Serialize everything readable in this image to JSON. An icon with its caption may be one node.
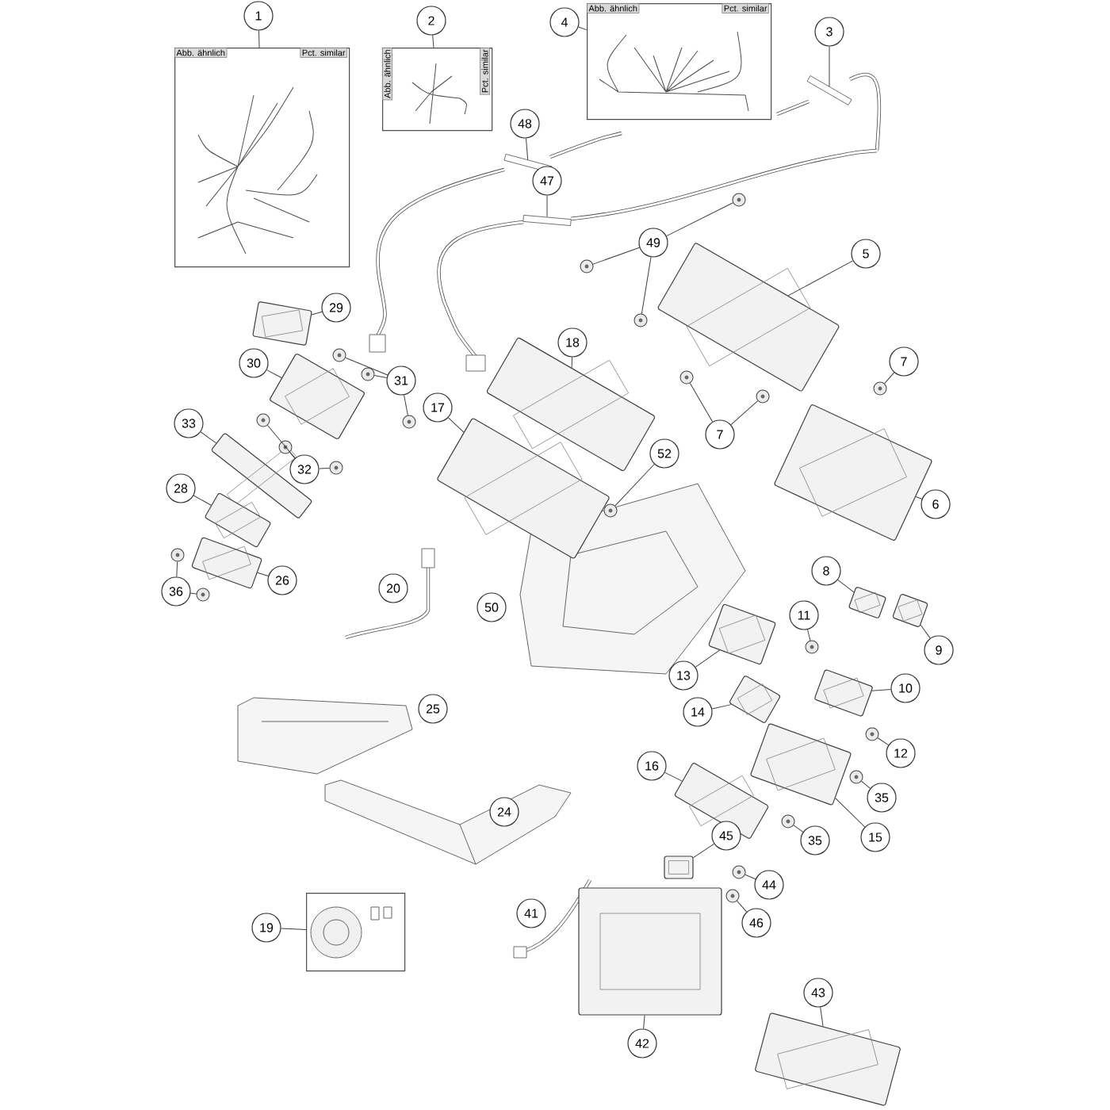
{
  "diagram": {
    "nodes": [
      {
        "text": [
          "1"
        ]
      },
      {
        "text": [
          "Abb. ähnlich",
          "Pct. similar"
        ]
      },
      {
        "text": [
          "2"
        ]
      },
      {
        "text": [
          "Abb. ähnlich",
          "Pct. similar"
        ]
      },
      {
        "text": [
          "4"
        ]
      },
      {
        "text": [
          "Abb. ähnlich",
          "Pct. similar"
        ]
      },
      {
        "text": [
          "3"
        ]
      },
      {
        "text": [],
        "shape": "cable"
      },
      {
        "text": [
          "48"
        ]
      },
      {
        "text": [],
        "shape": "cable"
      },
      {
        "text": [
          "47"
        ]
      },
      {
        "text": [],
        "shape": "cable"
      },
      {
        "text": [
          "49"
        ]
      },
      {
        "text": [],
        "shape": "circle"
      },
      {
        "text": [],
        "shape": "circle"
      },
      {
        "text": [],
        "shape": "circle"
      },
      {
        "text": [
          "5"
        ]
      },
      {
        "text": [],
        "shape": "picture"
      },
      {
        "text": [
          "29"
        ]
      },
      {
        "text": [],
        "shape": "picture"
      },
      {
        "text": [
          "30"
        ]
      },
      {
        "text": [],
        "shape": "picture"
      },
      {
        "text": [
          "31"
        ]
      },
      {
        "text": [],
        "shape": "circle"
      },
      {
        "text": [],
        "shape": "circle"
      },
      {
        "text": [],
        "shape": "circle"
      },
      {
        "text": [
          "18"
        ]
      },
      {
        "text": [],
        "shape": "picture"
      },
      {
        "text": [
          "7"
        ]
      },
      {
        "text": [],
        "shape": "circle"
      },
      {
        "text": [
          "17"
        ]
      },
      {
        "text": [],
        "shape": "picture"
      },
      {
        "text": [
          "33"
        ]
      },
      {
        "text": [],
        "shape": "picture"
      },
      {
        "text": [
          "7"
        ]
      },
      {
        "text": [],
        "shape": "circle"
      },
      {
        "text": [],
        "shape": "circle"
      },
      {
        "text": [
          "52"
        ]
      },
      {
        "text": [],
        "shape": "circle"
      },
      {
        "text": [
          "32"
        ]
      },
      {
        "text": [],
        "shape": "circle"
      },
      {
        "text": [],
        "shape": "circle"
      },
      {
        "text": [],
        "shape": "circle"
      },
      {
        "text": [
          "28"
        ]
      },
      {
        "text": [],
        "shape": "picture"
      },
      {
        "text": [
          "6"
        ]
      },
      {
        "text": [],
        "shape": "picture"
      },
      {
        "text": [
          "26"
        ]
      },
      {
        "text": [],
        "shape": "picture"
      },
      {
        "text": [
          "36"
        ]
      },
      {
        "text": [],
        "shape": "circle"
      },
      {
        "text": [],
        "shape": "circle"
      },
      {
        "text": [
          "8"
        ]
      },
      {
        "text": [],
        "shape": "picture"
      },
      {
        "text": [
          "11"
        ]
      },
      {
        "text": [],
        "shape": "circle"
      },
      {
        "text": [
          "9"
        ]
      },
      {
        "text": [],
        "shape": "picture"
      },
      {
        "text": [
          "13"
        ]
      },
      {
        "text": [],
        "shape": "picture"
      },
      {
        "text": [
          "10"
        ]
      },
      {
        "text": [],
        "shape": "picture"
      },
      {
        "text": [
          "14"
        ]
      },
      {
        "text": [],
        "shape": "picture"
      },
      {
        "text": [
          "12"
        ]
      },
      {
        "text": [],
        "shape": "circle"
      },
      {
        "text": [
          "16"
        ]
      },
      {
        "text": [],
        "shape": "picture"
      },
      {
        "text": [
          "35"
        ]
      },
      {
        "text": [],
        "shape": "circle"
      },
      {
        "text": [
          "15"
        ]
      },
      {
        "text": [],
        "shape": "picture"
      },
      {
        "text": [
          "35"
        ]
      },
      {
        "text": [],
        "shape": "circle"
      },
      {
        "text": [
          "45"
        ]
      },
      {
        "text": [],
        "shape": "picture"
      },
      {
        "text": [
          "44"
        ]
      },
      {
        "text": [],
        "shape": "circle"
      },
      {
        "text": [
          "46"
        ]
      },
      {
        "text": [],
        "shape": "circle"
      },
      {
        "text": [
          "19"
        ]
      },
      {
        "text": [],
        "shape": "box"
      },
      {
        "text": [
          "42"
        ]
      },
      {
        "text": [],
        "shape": "picture"
      },
      {
        "text": [
          "43"
        ]
      },
      {
        "text": [],
        "shape": "picture"
      },
      {
        "text": [
          "20"
        ]
      },
      {
        "text": [
          "50"
        ]
      },
      {
        "text": [
          "25"
        ]
      },
      {
        "text": [
          "24"
        ]
      },
      {
        "text": [
          "41"
        ]
      }
    ],
    "edges": [
      {
        "from": 0,
        "to": 1,
        "arrow": "none"
      },
      {
        "from": 2,
        "to": 3,
        "arrow": "none"
      },
      {
        "from": 4,
        "to": 5,
        "arrow": "none"
      },
      {
        "from": 6,
        "to": 7,
        "arrow": "none"
      },
      {
        "from": 8,
        "to": 9,
        "arrow": "none"
      },
      {
        "from": 10,
        "to": 11,
        "arrow": "none"
      },
      {
        "from": 12,
        "to": 13,
        "arrow": "none"
      },
      {
        "from": 12,
        "to": 14,
        "arrow": "none"
      },
      {
        "from": 12,
        "to": 15,
        "arrow": "none"
      },
      {
        "from": 16,
        "to": 17,
        "arrow": "none"
      },
      {
        "from": 18,
        "to": 19,
        "arrow": "none"
      },
      {
        "from": 20,
        "to": 21,
        "arrow": "none"
      },
      {
        "from": 22,
        "to": 23,
        "arrow": "none"
      },
      {
        "from": 22,
        "to": 24,
        "arrow": "none"
      },
      {
        "from": 22,
        "to": 25,
        "arrow": "none"
      },
      {
        "from": 26,
        "to": 27,
        "arrow": "none"
      },
      {
        "from": 28,
        "to": 29,
        "arrow": "none"
      },
      {
        "from": 30,
        "to": 31,
        "arrow": "none"
      },
      {
        "from": 32,
        "to": 33,
        "arrow": "none"
      },
      {
        "from": 34,
        "to": 35,
        "arrow": "none"
      },
      {
        "from": 34,
        "to": 36,
        "arrow": "none"
      },
      {
        "from": 37,
        "to": 38,
        "arrow": "none"
      },
      {
        "from": 39,
        "to": 40,
        "arrow": "none"
      },
      {
        "from": 39,
        "to": 41,
        "arrow": "none"
      },
      {
        "from": 39,
        "to": 42,
        "arrow": "none"
      },
      {
        "from": 43,
        "to": 44,
        "arrow": "none"
      },
      {
        "from": 45,
        "to": 46,
        "arrow": "none"
      },
      {
        "from": 47,
        "to": 48,
        "arrow": "none"
      },
      {
        "from": 49,
        "to": 50,
        "arrow": "none"
      },
      {
        "from": 49,
        "to": 51,
        "arrow": "none"
      },
      {
        "from": 52,
        "to": 53,
        "arrow": "none"
      },
      {
        "from": 54,
        "to": 55,
        "arrow": "none"
      },
      {
        "from": 56,
        "to": 57,
        "arrow": "none"
      },
      {
        "from": 58,
        "to": 59,
        "arrow": "none"
      },
      {
        "from": 60,
        "to": 61,
        "arrow": "none"
      },
      {
        "from": 62,
        "to": 63,
        "arrow": "none"
      },
      {
        "from": 64,
        "to": 65,
        "arrow": "none"
      },
      {
        "from": 66,
        "to": 67,
        "arrow": "none"
      },
      {
        "from": 68,
        "to": 69,
        "arrow": "none"
      },
      {
        "from": 70,
        "to": 71,
        "arrow": "none"
      },
      {
        "from": 72,
        "to": 73,
        "arrow": "none"
      },
      {
        "from": 74,
        "to": 75,
        "arrow": "none"
      },
      {
        "from": 76,
        "to": 77,
        "arrow": "none"
      },
      {
        "from": 78,
        "to": 79,
        "arrow": "none"
      },
      {
        "from": 80,
        "to": 81,
        "arrow": "none"
      },
      {
        "from": 82,
        "to": 83,
        "arrow": "none"
      },
      {
        "from": 84,
        "to": 85,
        "arrow": "none"
      }
    ]
  }
}
